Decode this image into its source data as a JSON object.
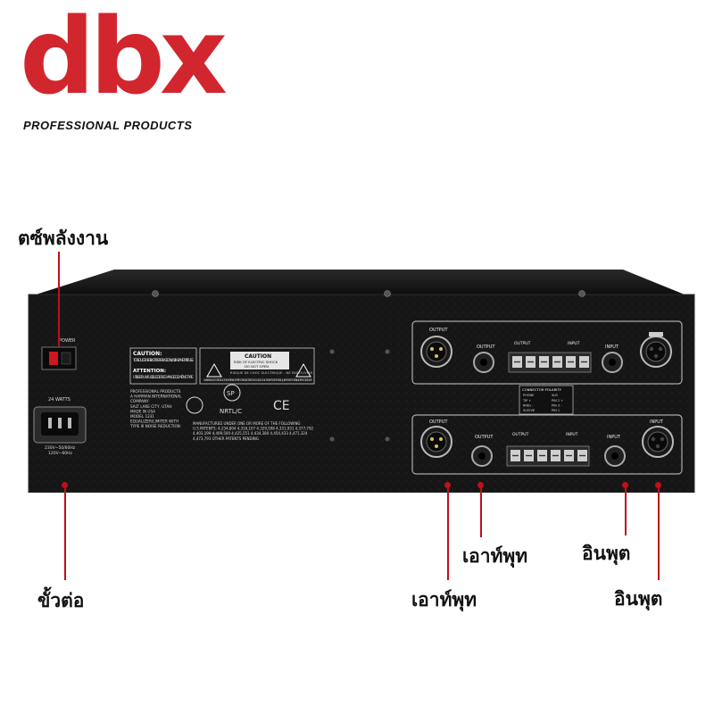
{
  "brand": {
    "logo_text": "dbx",
    "tagline": "PROFESSIONAL PRODUCTS",
    "accent_color": "#d2262e"
  },
  "callouts": {
    "power_switch": "ตซ์พลังงาน",
    "connector": "ขั้วต่อ",
    "output_1": "เอาท์พุท",
    "output_2": "เอาท์พุท",
    "input_1": "อินพุต",
    "input_2": "อินพุต",
    "line_color": "#c0101a"
  },
  "panel": {
    "power_label": "POWER",
    "power_spec": "24 WATTS",
    "voltage_1": "230V~50/60Hz",
    "voltage_2": "120V~60Hz",
    "caution_1_title": "CAUTION:",
    "caution_1_text": "TO REDUCE THE RISK OF FIRE REPLACE ONLY WITH SAME TYPE FUSE.",
    "attention_title": "ATTENTION:",
    "attention_text": "UTILISER UN FUSIBLE DE RECHANGE DE MÊME TYPE.",
    "caution_2_title": "CAUTION",
    "caution_2_line1": "RISK OF ELECTRIC SHOCK",
    "caution_2_line2": "DO NOT OPEN",
    "caution_2_fr": "RISQUE DE CHOC ELECTRIQUE - NE PAS OUVRIR",
    "warning_text": "WARNING: TO REDUCE THE RISK OF FIRE OR ELECTRIC SHOCK DO NOT EXPOSE THIS EQUIPMENT TO RAIN OR MOISTURE",
    "cert_nrtl": "NRTL/C",
    "cert_ce": "CE",
    "cert_csa": "SP",
    "company_lines": [
      "PROFESSIONAL PRODUCTS",
      "A HARMAN INTERNATIONAL",
      "COMPANY",
      "SALT LAKE CITY, UTAH",
      "MADE IN USA",
      "MODEL 1231",
      "EQUALIZER/LIMITER WITH",
      "TYPE III NOISE REDUCTION"
    ],
    "patent_lines": [
      "MANUFACTURED UNDER ONE OR MORE OF THE FOLLOWING",
      "U.S.PATENTS: 4,234,804 4,316,107 4,329,598 4,331,931 4,377,792",
      "4,403,199 4,409,500 4,425,551 4,434,380 4,454,433 4,471,324",
      "4,473,793 OTHER PATENTS PENDING"
    ],
    "channel_1": {
      "output_xlr": "OUTPUT",
      "output_jack": "OUTPUT",
      "terminal_out": "OUTPUT",
      "terminal_in": "INPUT",
      "input_jack": "INPUT",
      "input_xlr": ""
    },
    "channel_2": {
      "output_xlr": "OUTPUT",
      "output_jack": "OUTPUT",
      "terminal_out": "OUTPUT",
      "terminal_in": "INPUT",
      "input_jack": "INPUT",
      "input_xlr": "INPUT"
    },
    "polarity_title": "CONNECTOR POLARITY",
    "polarity_head_1": "PHONE",
    "polarity_head_2": "XLR",
    "polarity_rows": [
      {
        "a": "TIP +",
        "b": "PIN 2 +"
      },
      {
        "a": "RING -",
        "b": "PIN 3 -"
      },
      {
        "a": "SLEEVE",
        "b": "PIN 1"
      }
    ]
  }
}
